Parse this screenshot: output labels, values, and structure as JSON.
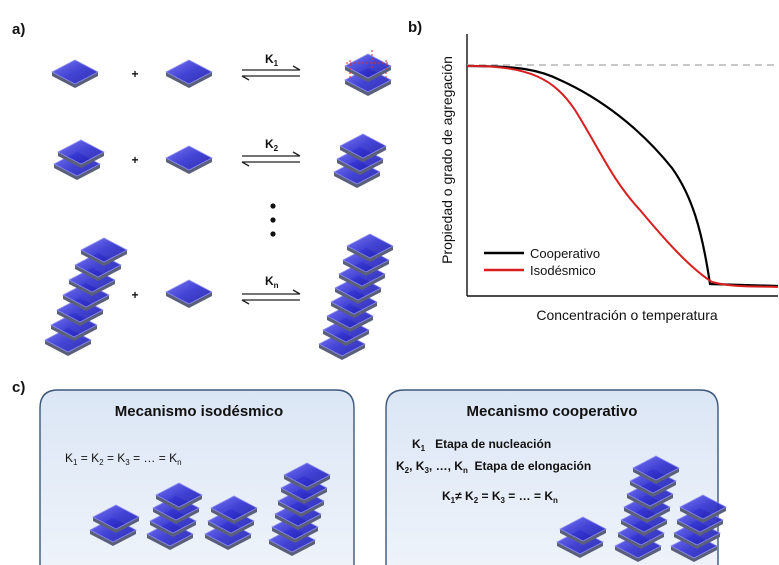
{
  "panel_a": {
    "label": "a)",
    "plus": "+",
    "ellipsis": "⋮",
    "reactions": [
      {
        "k_main": "K",
        "k_sub": "1"
      },
      {
        "k_main": "K",
        "k_sub": "2"
      },
      {
        "k_main": "K",
        "k_sub": "n"
      }
    ]
  },
  "panel_b": {
    "label": "b)",
    "chart_data": {
      "type": "line",
      "title": "",
      "xlabel": "Concentración o  temperatura",
      "ylabel": "Propiedad o grado de agregación",
      "legend_position": "bottom-left",
      "reference_line": "dashed horizontal at maximum value",
      "series": [
        {
          "name": "Cooperativo",
          "color": "#000000"
        },
        {
          "name": "Isodésmico",
          "color": "#d81e1e"
        }
      ]
    }
  },
  "panel_c": {
    "label": "c)",
    "iso": {
      "title": "Mecanismo isodésmico",
      "equation": [
        {
          "t": "K"
        },
        {
          "t": "1",
          "sub": true
        },
        {
          "t": " = K"
        },
        {
          "t": "2",
          "sub": true
        },
        {
          "t": " = K"
        },
        {
          "t": "3",
          "sub": true
        },
        {
          "t": " = … = K"
        },
        {
          "t": "n",
          "sub": true
        }
      ]
    },
    "coop": {
      "title": "Mecanismo cooperativo",
      "line1": [
        {
          "t": "K"
        },
        {
          "t": "1",
          "sub": true
        },
        {
          "t": "   Etapa de nucleación"
        }
      ],
      "line2": [
        {
          "t": "K"
        },
        {
          "t": "2",
          "sub": true
        },
        {
          "t": ", K"
        },
        {
          "t": "3",
          "sub": true
        },
        {
          "t": ", …, K"
        },
        {
          "t": "n",
          "sub": true
        },
        {
          "t": "  Etapa de elongación"
        }
      ],
      "line3": [
        {
          "t": "K"
        },
        {
          "t": "1",
          "sub": true
        },
        {
          "t": "≠ K"
        },
        {
          "t": "2",
          "sub": true
        },
        {
          "t": " = K"
        },
        {
          "t": "3",
          "sub": true
        },
        {
          "t": " = … = K"
        },
        {
          "t": "n",
          "sub": true
        }
      ]
    }
  },
  "colors": {
    "tile_top": "#3a3ad6",
    "tile_side": "#5a5f7a",
    "panel_fill": "#e4edf8",
    "panel_stroke": "#3c567a",
    "dashed": "#b5b5b5",
    "arrow": "#222222"
  }
}
